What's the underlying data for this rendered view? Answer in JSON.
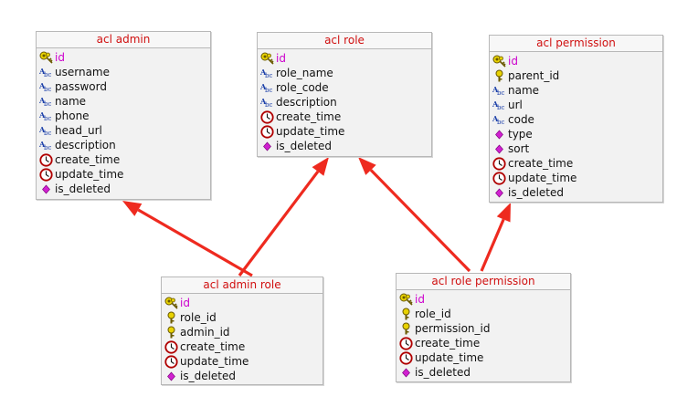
{
  "entities": [
    {
      "id": "acl_admin",
      "title": "acl admin",
      "fields": [
        {
          "name": "id",
          "icon": "primary-key-icon",
          "pk": true
        },
        {
          "name": "username",
          "icon": "text-type-icon"
        },
        {
          "name": "password",
          "icon": "text-type-icon"
        },
        {
          "name": "name",
          "icon": "text-type-icon"
        },
        {
          "name": "phone",
          "icon": "text-type-icon"
        },
        {
          "name": "head_url",
          "icon": "text-type-icon"
        },
        {
          "name": "description",
          "icon": "text-type-icon"
        },
        {
          "name": "create_time",
          "icon": "datetime-icon"
        },
        {
          "name": "update_time",
          "icon": "datetime-icon"
        },
        {
          "name": "is_deleted",
          "icon": "boolean-icon"
        }
      ]
    },
    {
      "id": "acl_role",
      "title": "acl role",
      "fields": [
        {
          "name": "id",
          "icon": "primary-key-icon",
          "pk": true
        },
        {
          "name": "role_name",
          "icon": "text-type-icon"
        },
        {
          "name": "role_code",
          "icon": "text-type-icon"
        },
        {
          "name": "description",
          "icon": "text-type-icon"
        },
        {
          "name": "create_time",
          "icon": "datetime-icon"
        },
        {
          "name": "update_time",
          "icon": "datetime-icon"
        },
        {
          "name": "is_deleted",
          "icon": "boolean-icon"
        }
      ]
    },
    {
      "id": "acl_permission",
      "title": "acl permission",
      "fields": [
        {
          "name": "id",
          "icon": "primary-key-icon",
          "pk": true
        },
        {
          "name": "parent_id",
          "icon": "foreign-key-icon"
        },
        {
          "name": "name",
          "icon": "text-type-icon"
        },
        {
          "name": "url",
          "icon": "text-type-icon"
        },
        {
          "name": "code",
          "icon": "text-type-icon"
        },
        {
          "name": "type",
          "icon": "boolean-icon"
        },
        {
          "name": "sort",
          "icon": "boolean-icon"
        },
        {
          "name": "create_time",
          "icon": "datetime-icon"
        },
        {
          "name": "update_time",
          "icon": "datetime-icon"
        },
        {
          "name": "is_deleted",
          "icon": "boolean-icon"
        }
      ]
    },
    {
      "id": "acl_admin_role",
      "title": "acl admin role",
      "fields": [
        {
          "name": "id",
          "icon": "primary-key-icon",
          "pk": true
        },
        {
          "name": "role_id",
          "icon": "foreign-key-icon"
        },
        {
          "name": "admin_id",
          "icon": "foreign-key-icon"
        },
        {
          "name": "create_time",
          "icon": "datetime-icon"
        },
        {
          "name": "update_time",
          "icon": "datetime-icon"
        },
        {
          "name": "is_deleted",
          "icon": "boolean-icon"
        }
      ]
    },
    {
      "id": "acl_role_permission",
      "title": "acl role permission",
      "fields": [
        {
          "name": "id",
          "icon": "primary-key-icon",
          "pk": true
        },
        {
          "name": "role_id",
          "icon": "foreign-key-icon"
        },
        {
          "name": "permission_id",
          "icon": "foreign-key-icon"
        },
        {
          "name": "create_time",
          "icon": "datetime-icon"
        },
        {
          "name": "update_time",
          "icon": "datetime-icon"
        },
        {
          "name": "is_deleted",
          "icon": "boolean-icon"
        }
      ]
    }
  ],
  "relations": [
    {
      "from": "acl_admin_role",
      "to": "acl_admin"
    },
    {
      "from": "acl_admin_role",
      "to": "acl_role"
    },
    {
      "from": "acl_role_permission",
      "to": "acl_role"
    },
    {
      "from": "acl_role_permission",
      "to": "acl_permission"
    }
  ],
  "colors": {
    "title": "#d01010",
    "pk_field": "#cc00cc",
    "arrow": "#ee2a1f",
    "border": "#b8b8b8",
    "entity_bg": "#f2f2f2"
  }
}
